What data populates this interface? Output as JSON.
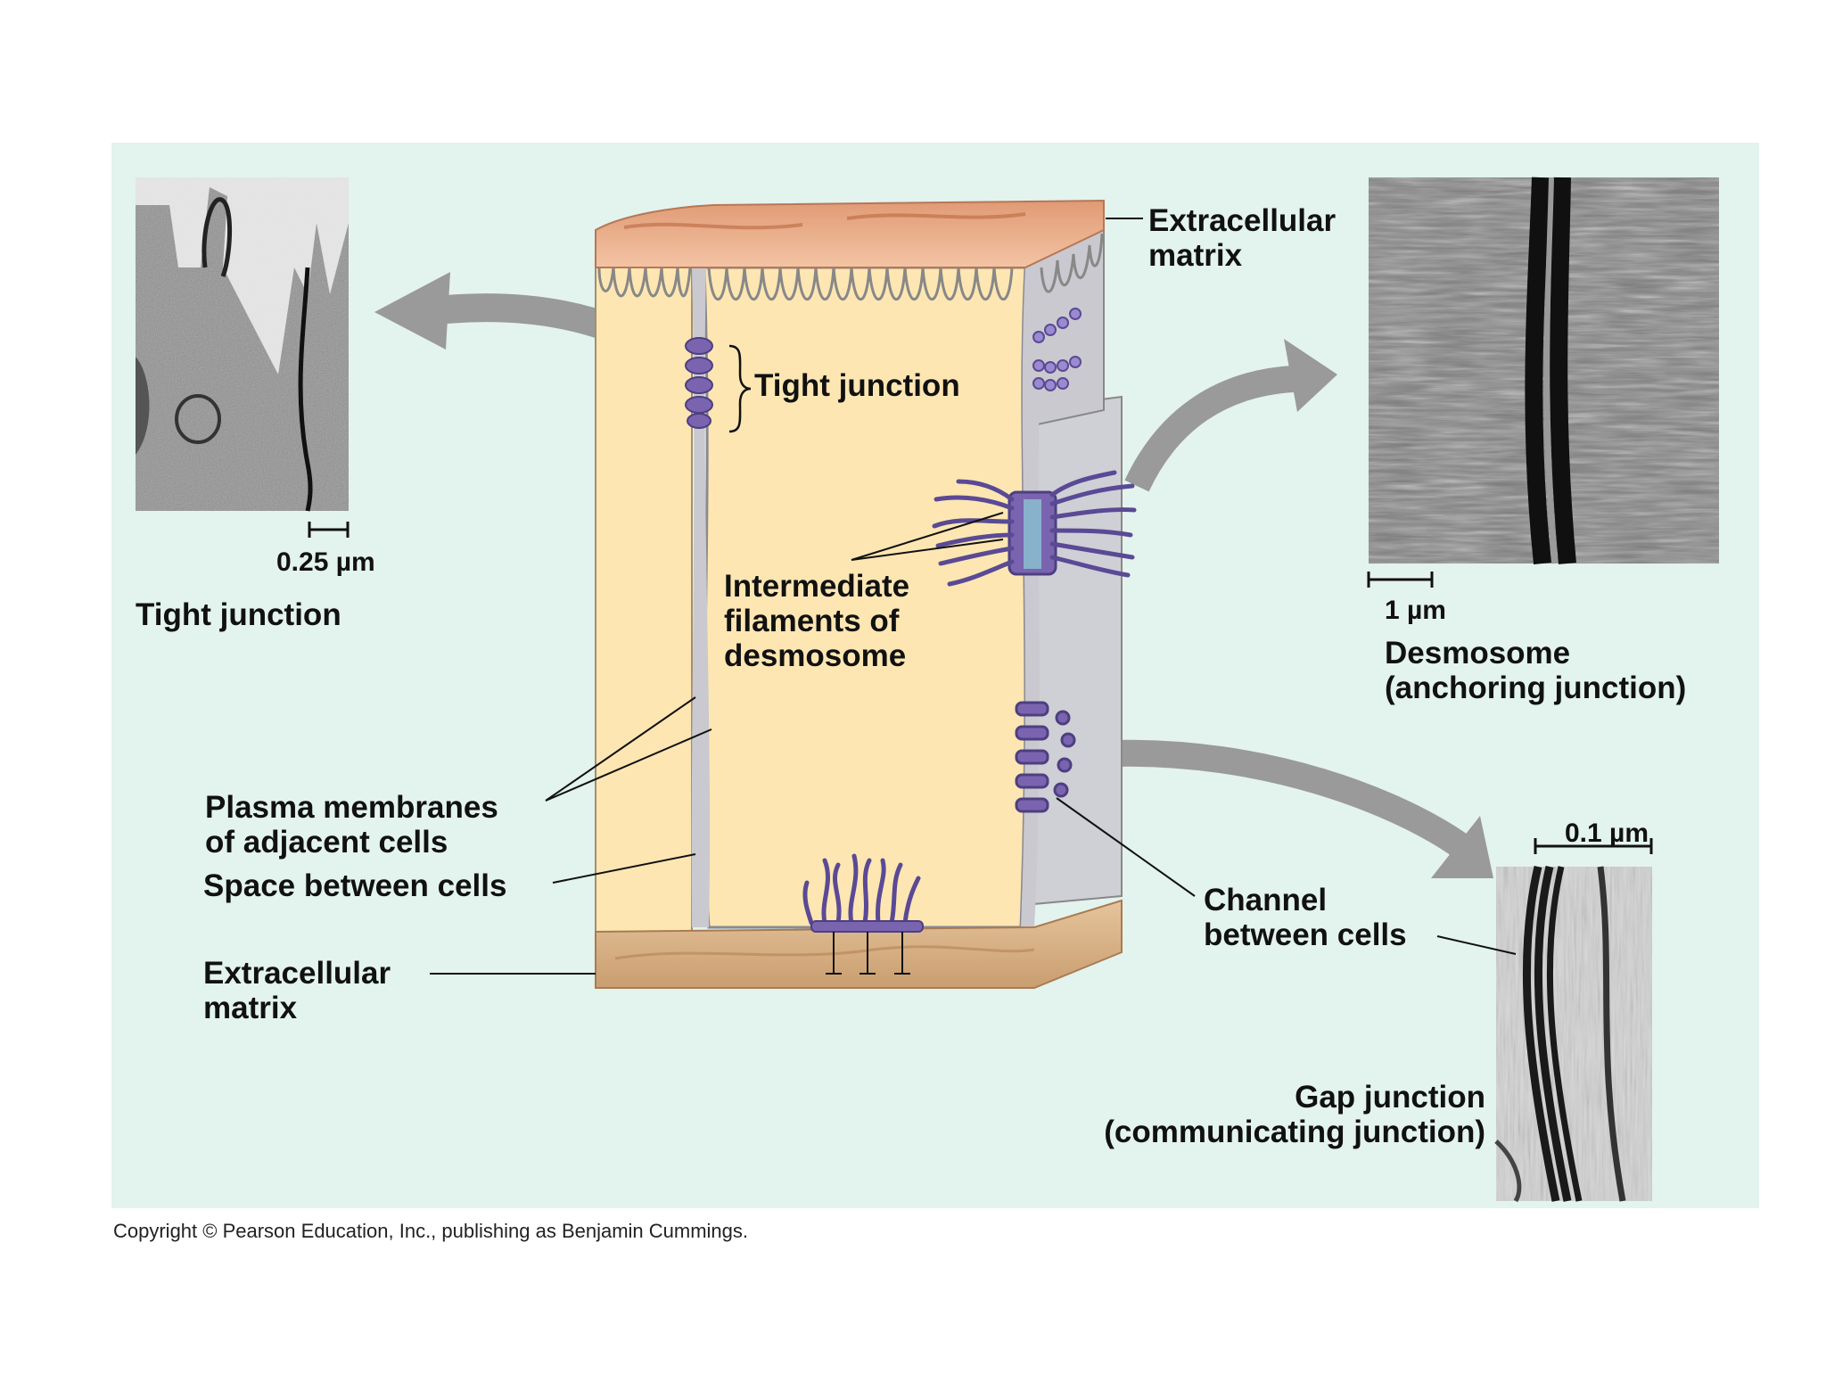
{
  "labels": {
    "extracellular_matrix_top": [
      "Extracellular",
      "matrix"
    ],
    "tight_junction_callout": "Tight junction",
    "intermediate_filaments": [
      "Intermediate",
      "filaments of",
      "desmosome"
    ],
    "plasma_membranes": [
      "Plasma membranes",
      "of adjacent cells"
    ],
    "space_between_cells": "Space between cells",
    "extracellular_matrix_bottom": [
      "Extracellular",
      "matrix"
    ],
    "channel_between_cells": [
      "Channel",
      "between cells"
    ]
  },
  "micrographs": {
    "tight_junction": {
      "scale": "0.25 µm",
      "caption": "Tight junction"
    },
    "desmosome": {
      "scale": "1 µm",
      "caption": [
        "Desmosome",
        "(anchoring junction)"
      ]
    },
    "gap_junction": {
      "scale": "0.1 µm",
      "caption": [
        "Gap junction",
        "(communicating junction)"
      ]
    }
  },
  "copyright": "Copyright © Pearson Education, Inc., publishing as Benjamin Cummings.",
  "colors": {
    "panel_background": "#e3f3ee",
    "cell_cytoplasm": "#fde6b2",
    "membrane": "#c9c9cf",
    "matrix_top": "#e8a27e",
    "matrix_bottom": "#d7b38b",
    "junction_protein": "#7a64b0",
    "arrow": "#9a9a9a"
  }
}
